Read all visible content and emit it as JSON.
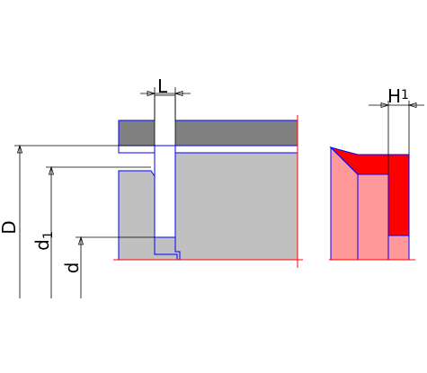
{
  "colors": {
    "background": "#ffffff",
    "housing_fill": "#c0c0c0",
    "rod_fill": "#808080",
    "outline": "#0000ff",
    "baseline": "#ff0000",
    "seal_fill": "#ff9999",
    "seal_lip": "#ff0000",
    "dimension_line": "#000000"
  },
  "dimensions": {
    "L": "L",
    "H1_main": "H",
    "H1_sub": "1",
    "D": "D",
    "d1_main": "d",
    "d1_sub": "1",
    "d": "d"
  }
}
